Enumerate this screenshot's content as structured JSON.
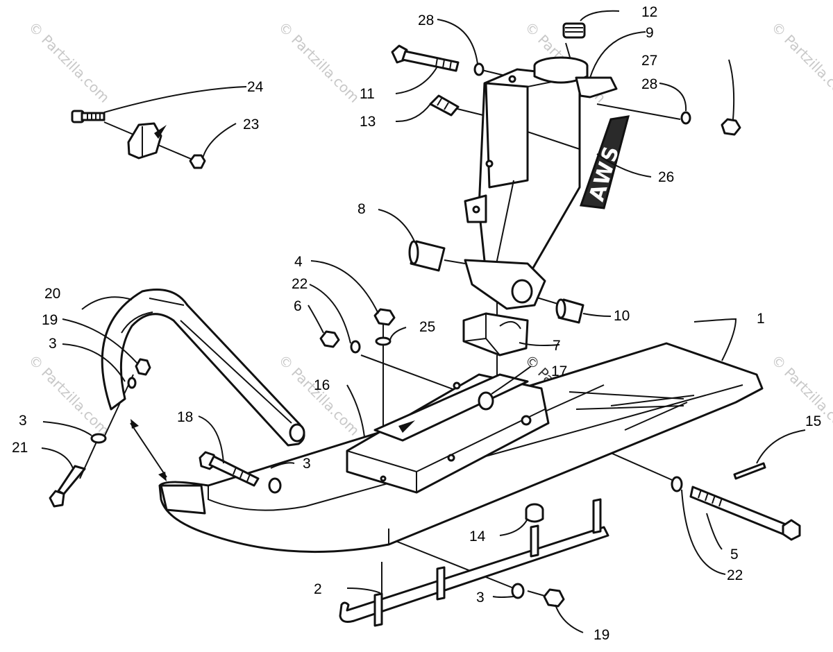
{
  "watermark": "© Partzilla.com",
  "decal_text": "AWS",
  "callouts": {
    "c1": "1",
    "c2": "2",
    "c3a": "3",
    "c3b": "3",
    "c3c": "3",
    "c3d": "3",
    "c4": "4",
    "c5": "5",
    "c6": "6",
    "c7": "7",
    "c8": "8",
    "c9": "9",
    "c10": "10",
    "c11": "11",
    "c12": "12",
    "c13": "13",
    "c14": "14",
    "c15": "15",
    "c16": "16",
    "c17": "17",
    "c18": "18",
    "c19a": "19",
    "c19b": "19",
    "c20": "20",
    "c21": "21",
    "c22a": "22",
    "c22b": "22",
    "c23": "23",
    "c24": "24",
    "c25": "25",
    "c26": "26",
    "c27": "27",
    "c28a": "28",
    "c28b": "28"
  }
}
